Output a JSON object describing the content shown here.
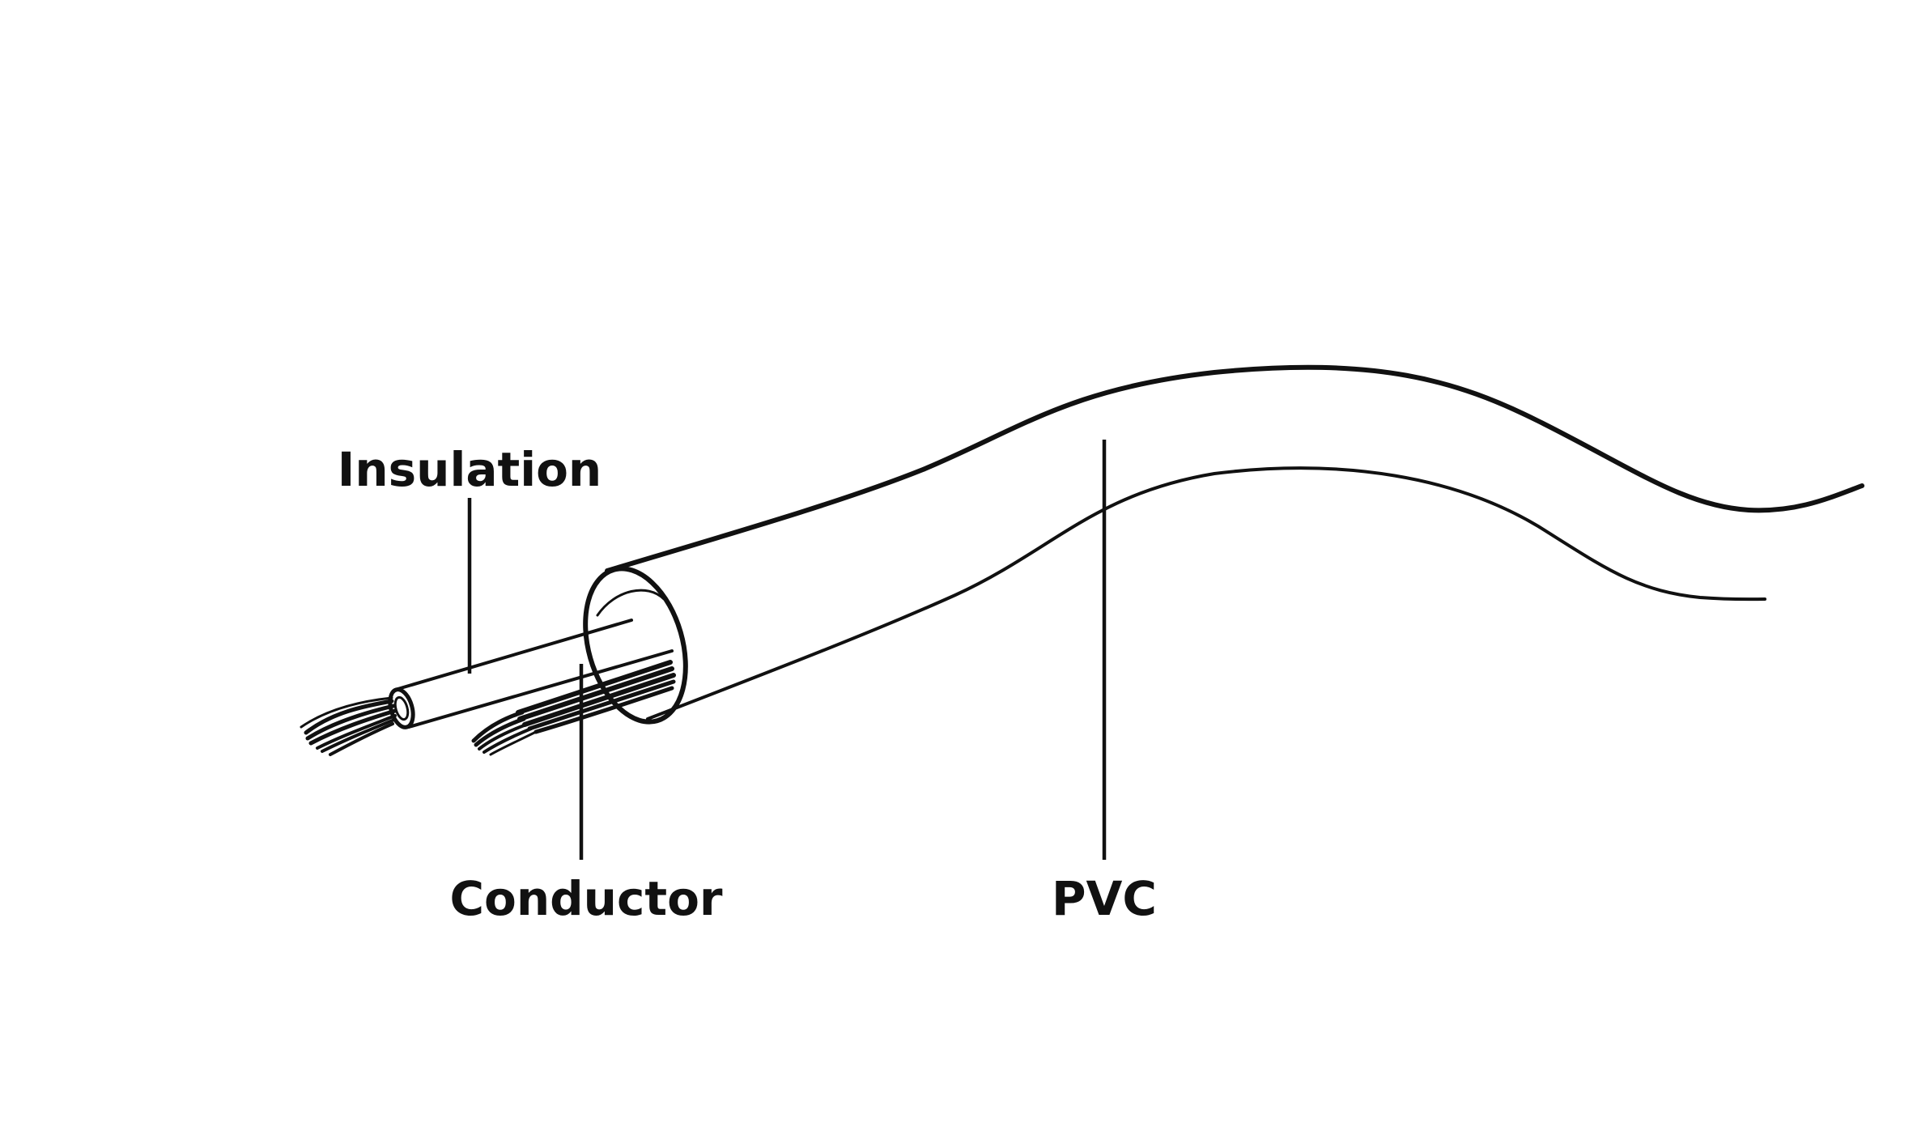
{
  "labels": {
    "insulation": "Insulation",
    "conductor": "Conductor",
    "pvc": "PVC"
  },
  "colors": {
    "line": "#111111",
    "background": "#ffffff"
  }
}
